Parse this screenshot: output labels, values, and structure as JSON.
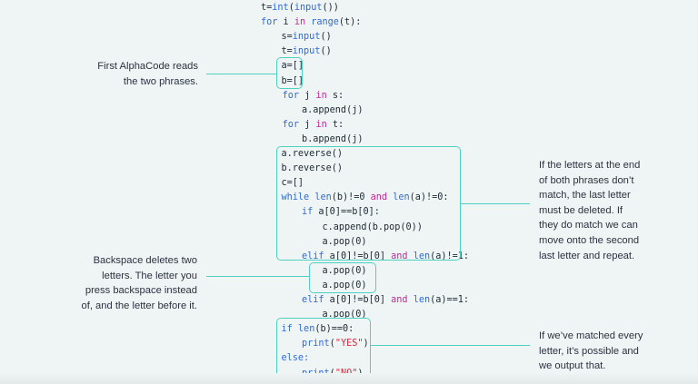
{
  "code": {
    "lines": [
      {
        "indent": 0,
        "tokens": [
          [
            "t=",
            ""
          ],
          [
            "int",
            "fn"
          ],
          [
            "(",
            ""
          ],
          [
            "input",
            "fn"
          ],
          [
            "())",
            ""
          ]
        ]
      },
      {
        "indent": 0,
        "tokens": [
          [
            "for",
            "kw"
          ],
          [
            " i ",
            ""
          ],
          [
            "in",
            "op"
          ],
          [
            " ",
            ""
          ],
          [
            "range",
            "fn"
          ],
          [
            "(t):",
            ""
          ]
        ]
      },
      {
        "indent": 1,
        "tokens": [
          [
            "s=",
            ""
          ],
          [
            "input",
            "fn"
          ],
          [
            "()",
            ""
          ]
        ]
      },
      {
        "indent": 1,
        "tokens": [
          [
            "t=",
            ""
          ],
          [
            "input",
            "fn"
          ],
          [
            "()",
            ""
          ]
        ]
      },
      {
        "indent": 1,
        "tokens": [
          [
            "a=[]",
            ""
          ]
        ]
      },
      {
        "indent": 1,
        "tokens": [
          [
            "b=[]",
            ""
          ]
        ]
      },
      {
        "indent": 1.05,
        "tokens": [
          [
            "for",
            "kw"
          ],
          [
            " j ",
            ""
          ],
          [
            "in",
            "op"
          ],
          [
            " s:",
            ""
          ]
        ]
      },
      {
        "indent": 2,
        "tokens": [
          [
            "a.append(j)",
            ""
          ]
        ]
      },
      {
        "indent": 1.05,
        "tokens": [
          [
            "for",
            "kw"
          ],
          [
            " j ",
            ""
          ],
          [
            "in",
            "op"
          ],
          [
            " t:",
            ""
          ]
        ]
      },
      {
        "indent": 2,
        "tokens": [
          [
            "b.append(j)",
            ""
          ]
        ]
      },
      {
        "indent": 1,
        "tokens": [
          [
            "a.reverse()",
            ""
          ]
        ]
      },
      {
        "indent": 1,
        "tokens": [
          [
            "b.reverse()",
            ""
          ]
        ]
      },
      {
        "indent": 1,
        "tokens": [
          [
            "c=[]",
            ""
          ]
        ]
      },
      {
        "indent": 1,
        "tokens": [
          [
            "while",
            "kw"
          ],
          [
            " ",
            ""
          ],
          [
            "len",
            "fn"
          ],
          [
            "(b)!=0 ",
            ""
          ],
          [
            "and",
            "op"
          ],
          [
            " ",
            ""
          ],
          [
            "len",
            "fn"
          ],
          [
            "(a)!=0:",
            ""
          ]
        ]
      },
      {
        "indent": 2,
        "tokens": [
          [
            "if",
            "kw"
          ],
          [
            " a[0]==b[0]:",
            ""
          ]
        ]
      },
      {
        "indent": 3,
        "tokens": [
          [
            "c.append(b.pop(0))",
            ""
          ]
        ]
      },
      {
        "indent": 3,
        "tokens": [
          [
            "a.pop(0)",
            ""
          ]
        ]
      },
      {
        "indent": 2,
        "tokens": [
          [
            "elif",
            "kw"
          ],
          [
            " a[0]!=b[0] ",
            ""
          ],
          [
            "and",
            "op"
          ],
          [
            " ",
            ""
          ],
          [
            "len",
            "fn"
          ],
          [
            "(a)!=1:",
            ""
          ]
        ]
      },
      {
        "indent": 3,
        "tokens": [
          [
            "a.pop(0)",
            ""
          ]
        ]
      },
      {
        "indent": 3,
        "tokens": [
          [
            "a.pop(0)",
            ""
          ]
        ]
      },
      {
        "indent": 2,
        "tokens": [
          [
            "elif",
            "kw"
          ],
          [
            " a[0]!=b[0] ",
            ""
          ],
          [
            "and",
            "op"
          ],
          [
            " ",
            ""
          ],
          [
            "len",
            "fn"
          ],
          [
            "(a)==1:",
            ""
          ]
        ]
      },
      {
        "indent": 3,
        "tokens": [
          [
            "a.pop(0)",
            ""
          ]
        ]
      },
      {
        "indent": 1,
        "tokens": [
          [
            "if",
            "kw"
          ],
          [
            " ",
            ""
          ],
          [
            "len",
            "fn"
          ],
          [
            "(b)==0:",
            ""
          ]
        ]
      },
      {
        "indent": 2,
        "tokens": [
          [
            "print",
            "fn"
          ],
          [
            "(",
            ""
          ],
          [
            "\"YES\"",
            "str"
          ],
          [
            ")",
            ""
          ]
        ]
      },
      {
        "indent": 1,
        "tokens": [
          [
            "else:",
            "kw"
          ]
        ]
      },
      {
        "indent": 2,
        "tokens": [
          [
            "print",
            "fn"
          ],
          [
            "(",
            ""
          ],
          [
            "\"NO\"",
            "str"
          ],
          [
            ")",
            ""
          ]
        ]
      }
    ]
  },
  "annotations": {
    "read_phrases": "First AlphaCode reads\nthe two phrases.",
    "backspace": "Backspace deletes two\nletters. The letter you\npress backspace instead\nof, and the letter before it.",
    "matching": "If the letters at the end\nof both phrases don’t\nmatch, the last letter\nmust be deleted. If\nthey do match we can\nmove onto the second\nlast letter and repeat.",
    "output": "If we’ve matched every\nletter, it’s possible and\nwe output that."
  },
  "colors": {
    "accent": "#4fd1c1",
    "keyword": "#2e6ad6",
    "operator": "#c0279a",
    "string": "#d7263d",
    "text": "#1f2833"
  }
}
